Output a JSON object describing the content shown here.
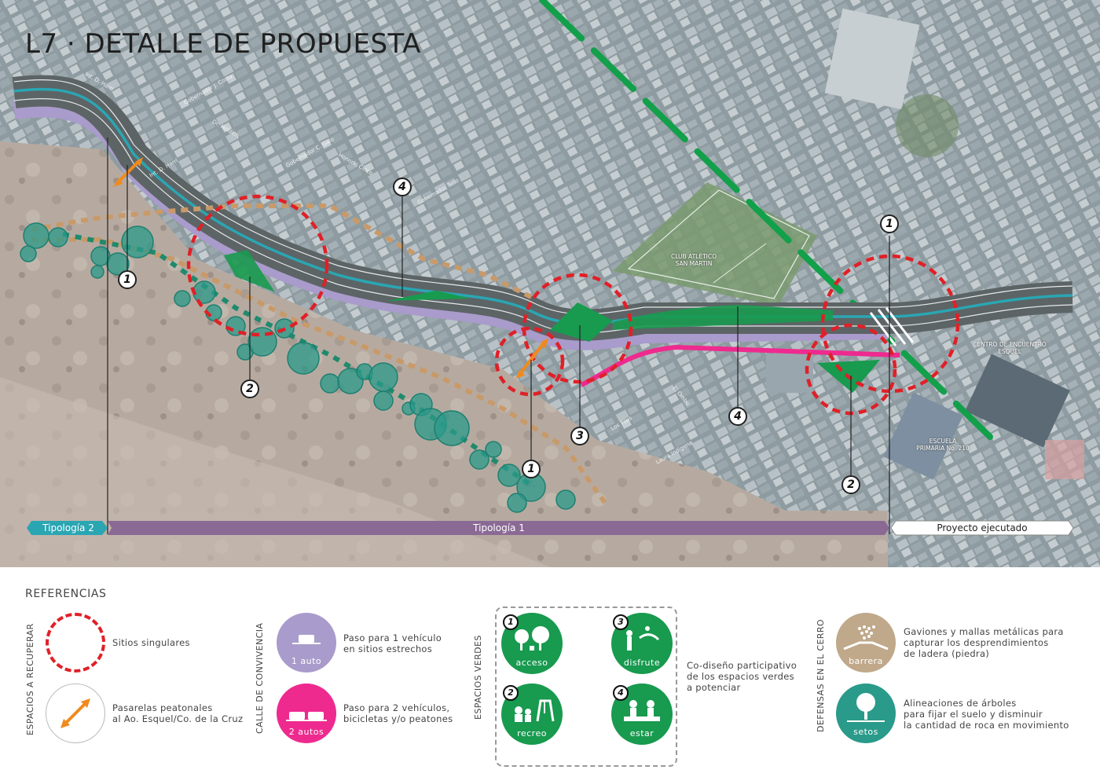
{
  "title": "L7 · DETALLE DE PROPUESTA",
  "map": {
    "places": {
      "club": "CLUB ATLÉTICO\nSAN MARTIN",
      "centro": "CENTRO DE ENCUENTRO\nESQUEL",
      "escuela": "ESCUELA\nPRIMARIA No. 210"
    },
    "streets": [
      "Int. D. Harri",
      "Gobernador J. Costa",
      "Dr. Holdich",
      "Gobernador C. Galo",
      "Honorio Cinco",
      "Gobernador Tello",
      "Int. D. Harri",
      "Los Tilos",
      "Laura Indigena",
      "El Ombu"
    ],
    "markers": [
      "1",
      "1",
      "1",
      "2",
      "2",
      "3",
      "4",
      "4"
    ],
    "bands": {
      "tipologia2": "Tipología 2",
      "tipologia1": "Tipología 1",
      "ejecutado": "Proyecto ejecutado"
    }
  },
  "legend": {
    "title": "REFERENCIAS",
    "sections": {
      "espacios": "ESPACIOS A RECUPERAR",
      "calle": "CALLE DE CONVIVENCIA",
      "verdes": "ESPACIOS VERDES",
      "defensas": "DEFENSAS EN EL CERRO"
    },
    "items": {
      "sitios": "Sitios singulares",
      "pasarelas": "Pasarelas peatonales\nal Ao. Esquel/Co. de la Cruz",
      "paso1": "Paso para 1 vehículo\nen sitios estrechos",
      "paso2": "Paso para 2 vehículos,\nbicicletas y/o peatones",
      "auto1": "1 auto",
      "auto2": "2 autos",
      "codiseno": "Co-diseño participativo\nde los espacios verdes\na potenciar",
      "gaviones": "Gaviones y mallas metálicas para\ncapturar los desprendimientos\nde ladera (piedra)",
      "alineaciones": "Alineaciones de árboles\npara fijar el suelo y disminuir\nla cantidad de roca en movimiento",
      "barrera": "barrera",
      "setos": "setos"
    },
    "verdes": [
      {
        "num": "1",
        "label": "acceso"
      },
      {
        "num": "3",
        "label": "disfrute"
      },
      {
        "num": "2",
        "label": "recreo"
      },
      {
        "num": "4",
        "label": "estar"
      }
    ]
  },
  "colors": {
    "red": "#e02027",
    "orange": "#f08a1e",
    "lavender": "#a99bcb",
    "pink": "#ee2a8f",
    "green": "#189a4f",
    "teal": "#2a9a8a",
    "tan": "#c0a88a",
    "cyan": "#2aa6b3",
    "purpleband": "#8a6a95"
  }
}
